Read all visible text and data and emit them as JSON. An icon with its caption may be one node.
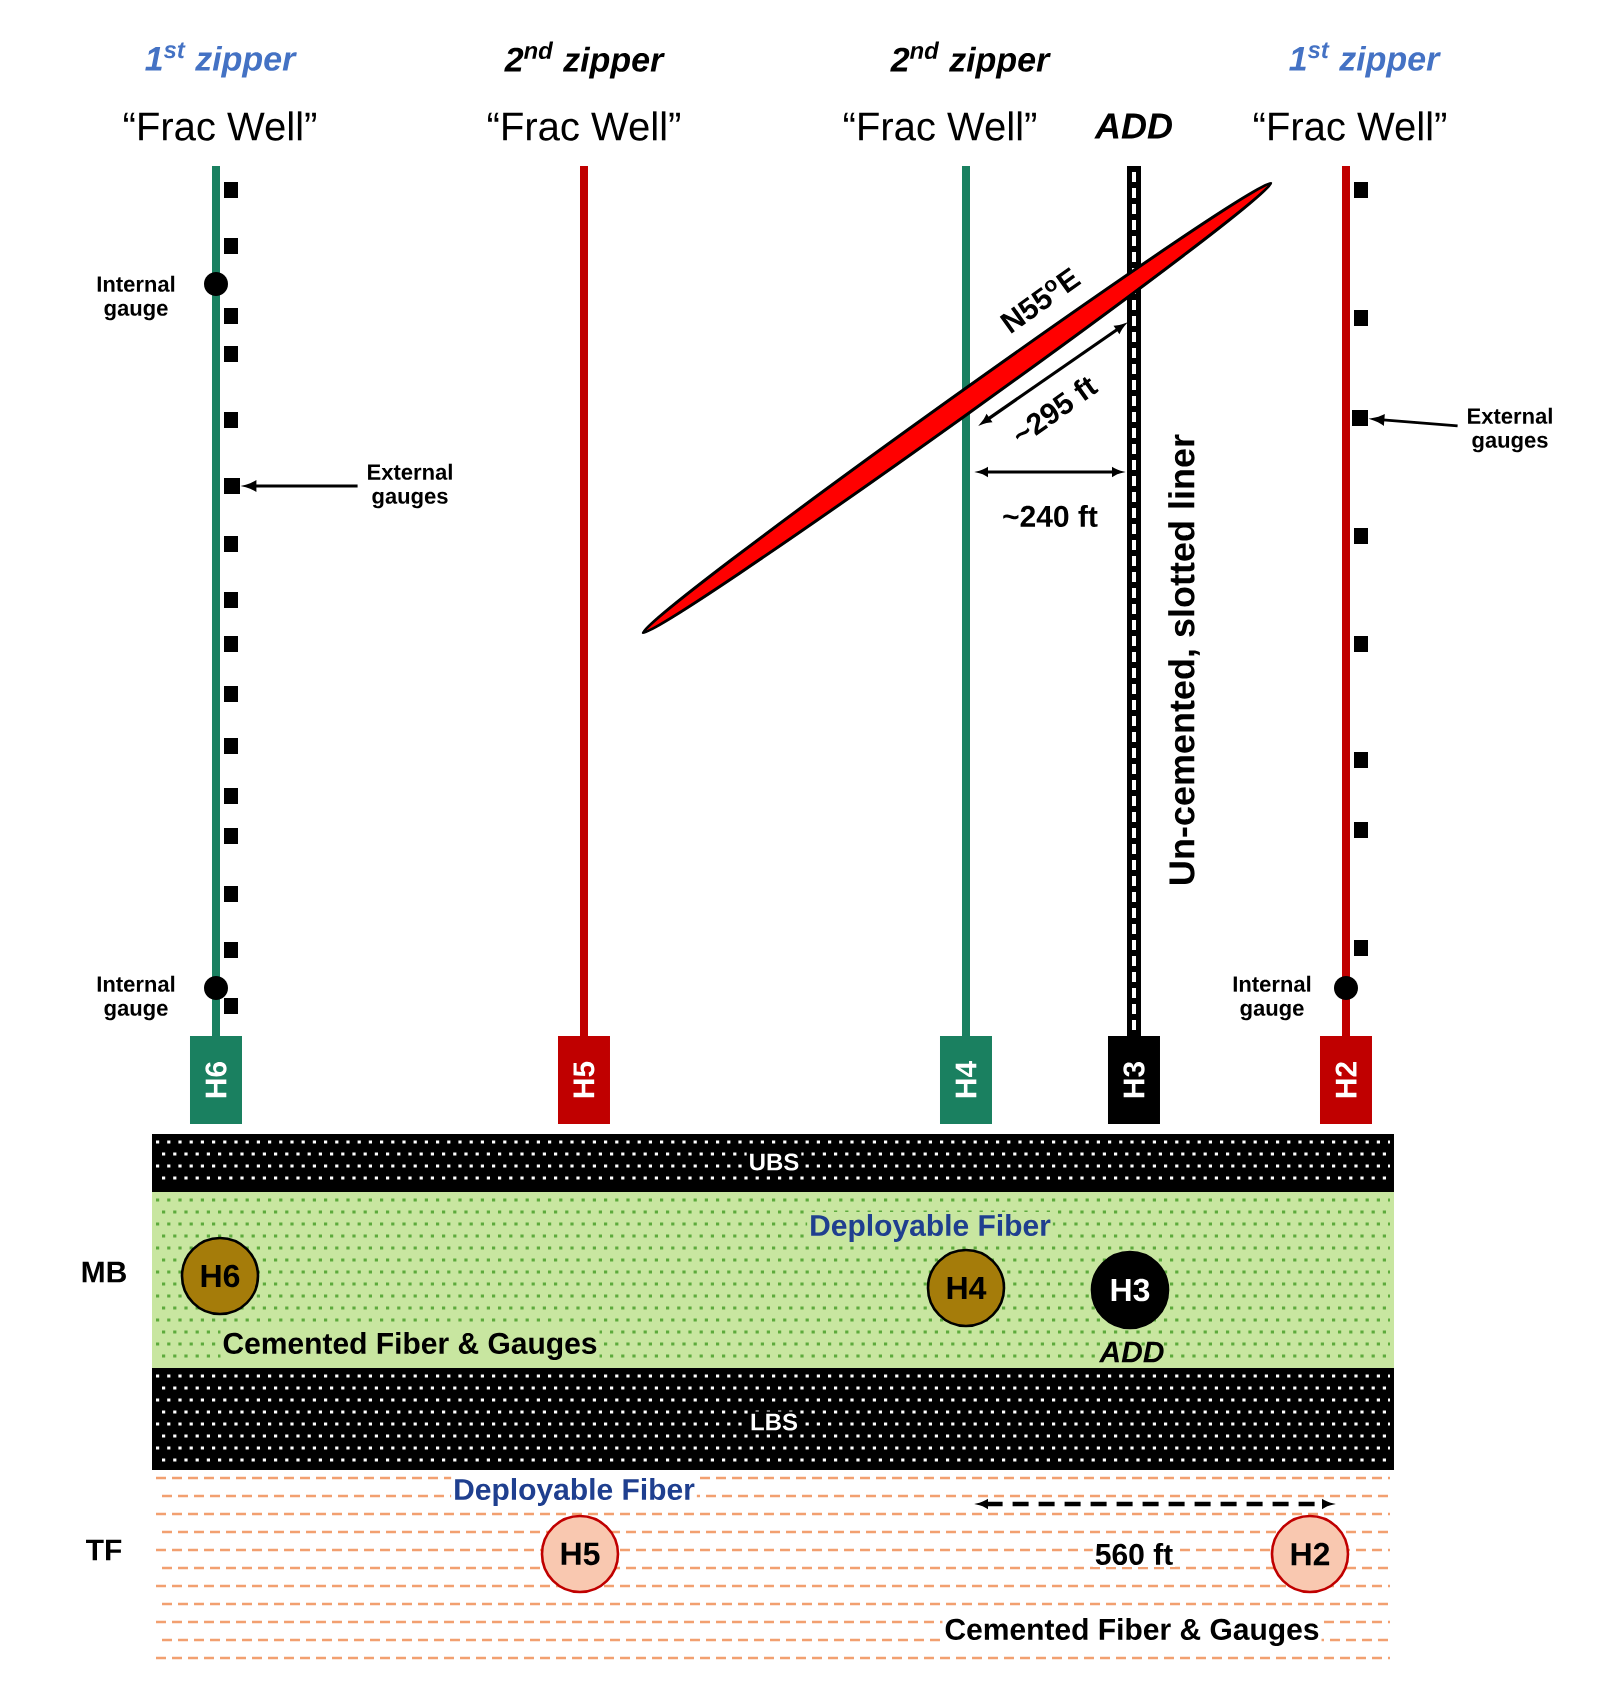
{
  "diagram": {
    "nodes": [
      {
        "text": [
          "H6"
        ]
      },
      {
        "text": [
          "H5"
        ]
      },
      {
        "text": [
          "H4"
        ]
      },
      {
        "text": [
          "H3"
        ]
      },
      {
        "text": [
          "H2"
        ]
      },
      {
        "text": [
          "External gauges"
        ]
      },
      {
        "text": [],
        "shape": "box"
      },
      {
        "text": [
          "External gauges"
        ]
      },
      {
        "text": [],
        "shape": "box"
      },
      {
        "text": [
          "UBS"
        ]
      },
      {
        "text": [
          "Deployable Fiber",
          "Cemented Fiber & Gauges"
        ]
      },
      {
        "text": [
          "H6"
        ],
        "in": 10
      },
      {
        "text": [
          "H4"
        ],
        "in": 10
      },
      {
        "text": [
          "H3"
        ],
        "in": 10,
        "beside": [
          "ADD"
        ]
      },
      {
        "text": [
          "LBS"
        ]
      },
      {
        "text": [
          "Deployable Fiber",
          "Cemented Fiber & Gauges"
        ]
      },
      {
        "text": [
          "H5"
        ],
        "in": 15
      },
      {
        "text": [
          "H2"
        ],
        "in": 15
      }
    ],
    "edges": [
      {
        "from": 5,
        "to": 6,
        "arrow": "to"
      },
      {
        "from": 7,
        "to": 8,
        "arrow": "to"
      }
    ],
    "labels": [
      "1$^{st}$ zipper",
      "2$^{nd}$ zipper",
      "2$^{nd}$ zipper",
      "1$^{st}$ zipper",
      "“Frac Well”",
      "“Frac Well”",
      "“Frac Well”",
      "ADD",
      "“Frac Well”",
      "Internal gauge",
      "N55$^{o}$E",
      "~295 ft",
      "~240 ft",
      "Un-cemented, slotted liner",
      "Internal gauge",
      "Internal gauge",
      "MB",
      "TF",
      "560 ft"
    ]
  }
}
